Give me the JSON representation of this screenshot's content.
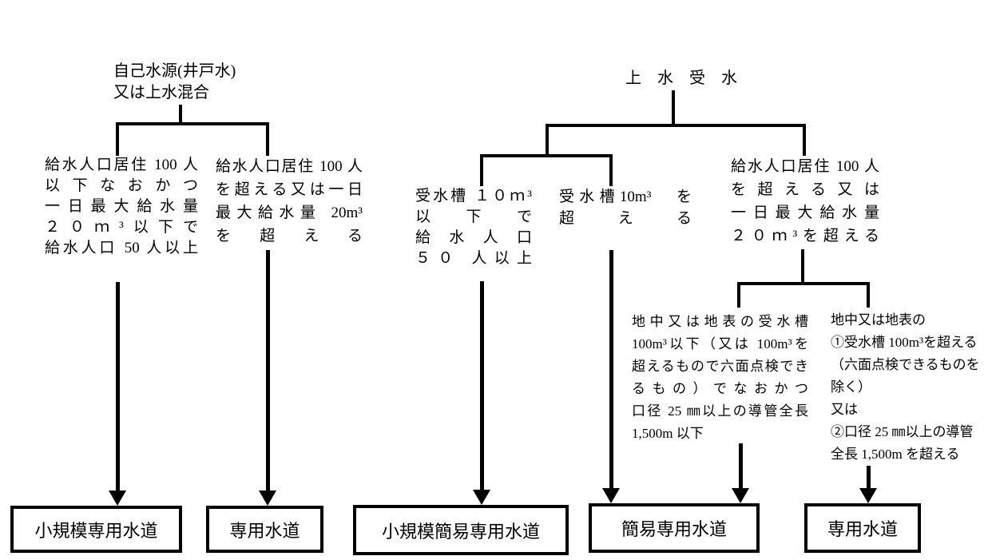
{
  "colors": {
    "ink": "#000000",
    "background": "#ffffff"
  },
  "title_labels": {
    "root_left": [
      "自己水源(井戸水)",
      "又は上水混合"
    ],
    "root_right": "上　水　受　水"
  },
  "branch_conditions": {
    "small_private": {
      "lines": [
        "給水人口居住 100 人",
        "以下なおかつ",
        "一日最大給水量",
        "２０ｍ³以下で",
        "給水人口 50 人以上"
      ]
    },
    "private_left": {
      "lines": [
        "給水人口居住 100 人",
        "を超える又は一日",
        "最大給水量 20m³",
        "を超える"
      ]
    },
    "tank_under_10": {
      "lines": [
        "受水槽 １０ｍ³",
        "以下で",
        "給水人口",
        "５０ 人以上"
      ]
    },
    "tank_over_10": {
      "lines": [
        "受水槽10m³　を",
        "超える"
      ]
    },
    "over_100_people": {
      "lines": [
        "給水人口居住 100 人",
        "を超える又は",
        "一日最大給水量",
        "２０ｍ³を超える"
      ]
    },
    "tank_100_under": {
      "lines": [
        "地中又は地表の受水槽",
        "100m³以下（又は 100m³を",
        "超えるもので六面点検でき",
        "るもの）でなおかつ",
        "口径 25 ㎜以上の導管全長",
        "1,500m 以下"
      ]
    },
    "tank_100_over": {
      "lines": [
        "地中又は地表の",
        "①受水槽 100m³を超える",
        "（六面点検できるものを",
        "除く）",
        "又は",
        "②口径 25 ㎜以上の導管",
        "全長 1,500m を超える"
      ]
    }
  },
  "result_boxes": [
    {
      "label": "小規模専用水道"
    },
    {
      "label": "専用水道"
    },
    {
      "label": "小規模簡易専用水道"
    },
    {
      "label": "簡易専用水道"
    },
    {
      "label": "専用水道"
    }
  ]
}
